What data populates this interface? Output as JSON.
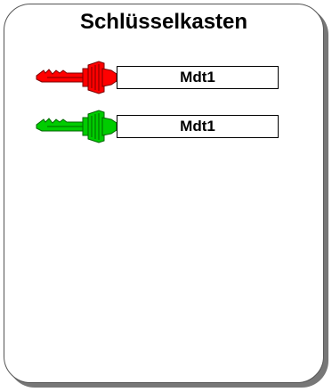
{
  "panel": {
    "title": "Schlüsselkasten"
  },
  "keys": [
    {
      "label": "Mdt1",
      "color": "#ff0000",
      "icon": "key-icon"
    },
    {
      "label": "Mdt1",
      "color": "#00cc00",
      "icon": "key-icon"
    }
  ]
}
